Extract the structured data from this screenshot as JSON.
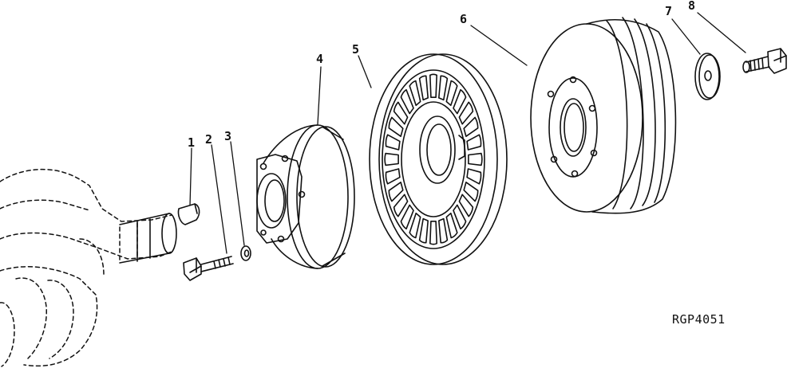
{
  "figure": {
    "code": "RGP4051",
    "callouts": [
      "1",
      "2",
      "3",
      "4",
      "5",
      "6",
      "7",
      "8"
    ]
  },
  "colors": {
    "line": "#111111",
    "paper": "#ffffff"
  }
}
